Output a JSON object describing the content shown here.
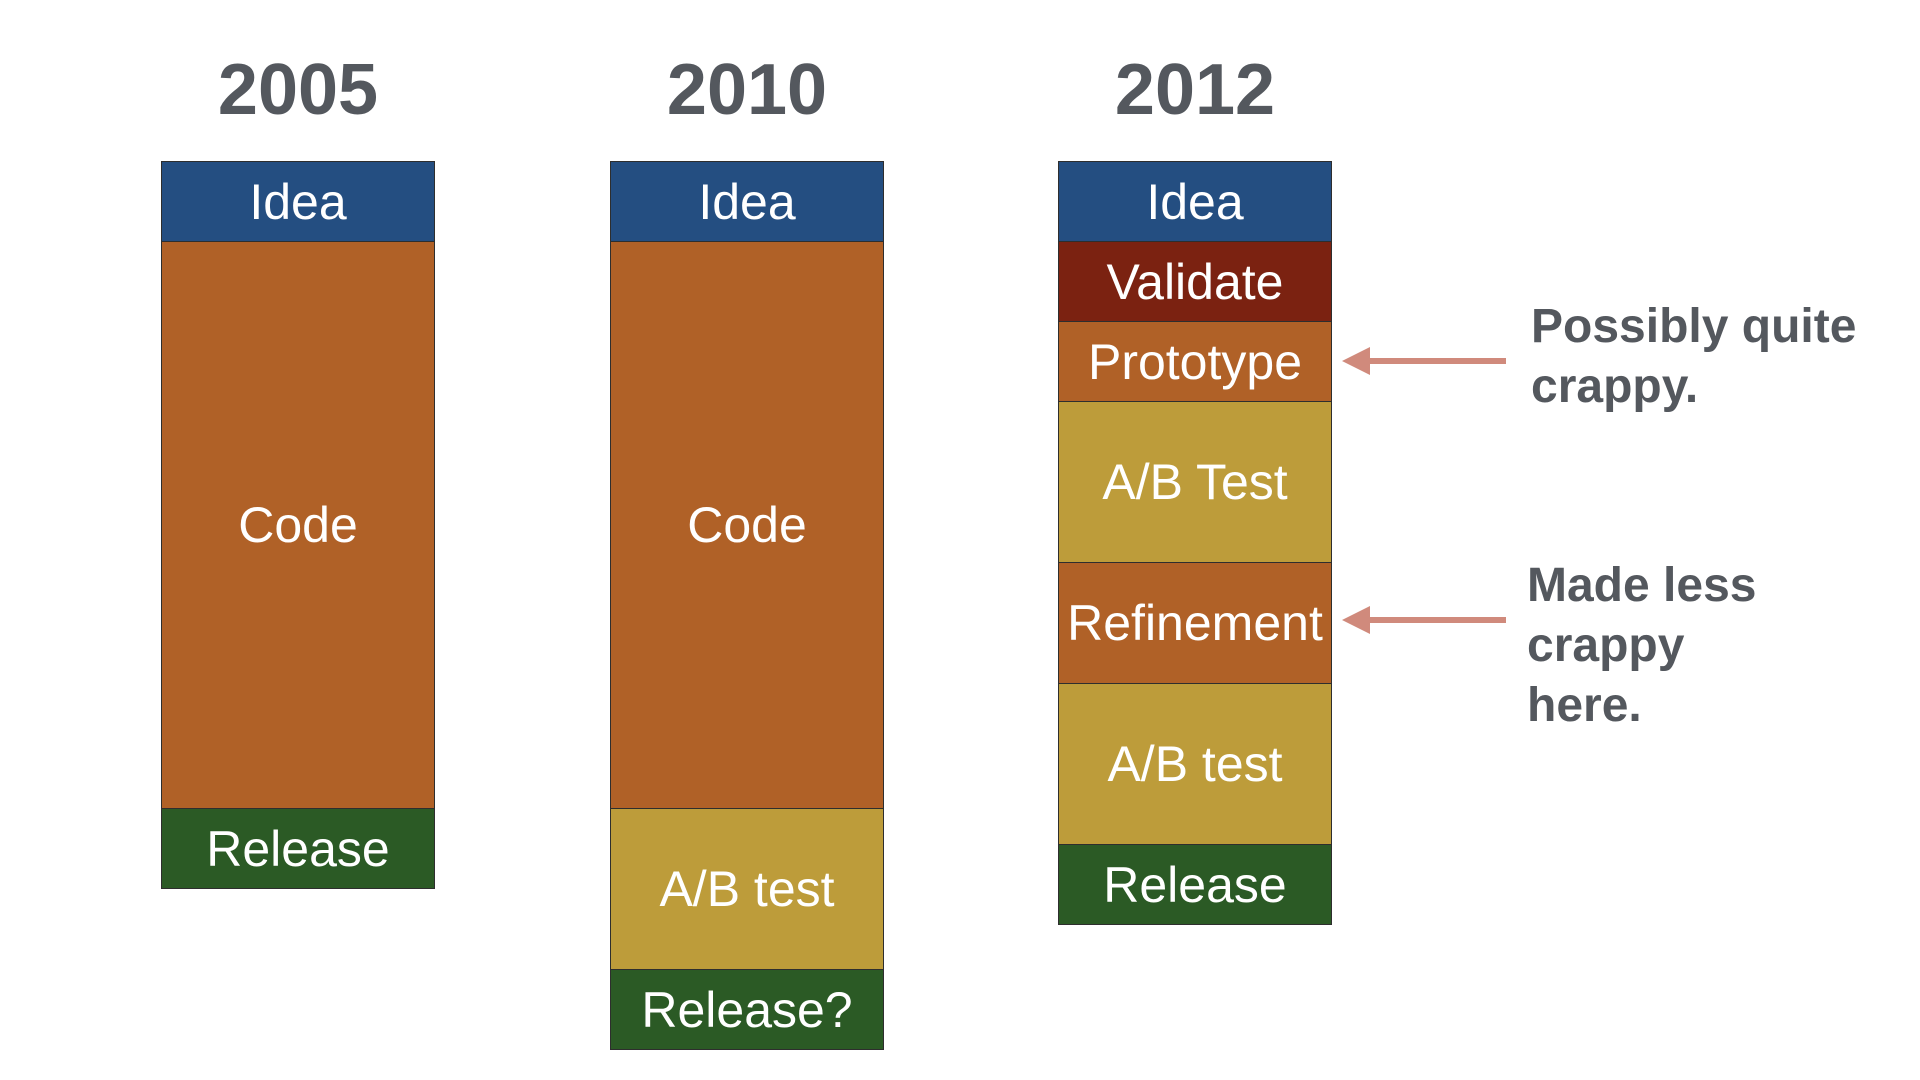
{
  "columns": [
    {
      "year": "2005",
      "segments": [
        {
          "label": "Idea",
          "kind": "idea"
        },
        {
          "label": "Code",
          "kind": "code"
        },
        {
          "label": "Release",
          "kind": "release"
        }
      ]
    },
    {
      "year": "2010",
      "segments": [
        {
          "label": "Idea",
          "kind": "idea"
        },
        {
          "label": "Code",
          "kind": "code"
        },
        {
          "label": "A/B test",
          "kind": "ab"
        },
        {
          "label": "Release?",
          "kind": "release"
        }
      ]
    },
    {
      "year": "2012",
      "segments": [
        {
          "label": "Idea",
          "kind": "idea"
        },
        {
          "label": "Validate",
          "kind": "validate"
        },
        {
          "label": "Prototype",
          "kind": "proto"
        },
        {
          "label": "A/B Test",
          "kind": "ab"
        },
        {
          "label": "Refinement",
          "kind": "refine"
        },
        {
          "label": "A/B test",
          "kind": "ab"
        },
        {
          "label": "Release",
          "kind": "release"
        }
      ]
    }
  ],
  "annotations": {
    "prototype_note": "Possibly quite\ncrappy.",
    "refinement_note": "Made less\ncrappy\nhere."
  },
  "colors": {
    "idea": "#244e81",
    "code": "#b06127",
    "release": "#2b5a25",
    "ab_test": "#bd9c3a",
    "validate": "#7b2211",
    "text": "#54585e",
    "arrow": "#d08a7c"
  }
}
